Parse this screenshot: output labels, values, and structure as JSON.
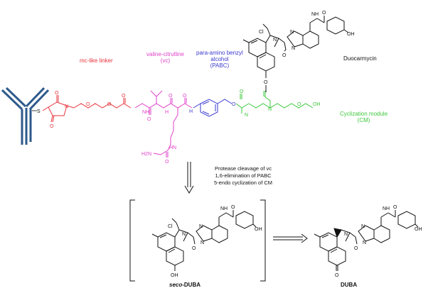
{
  "labels": {
    "mc_linker": "mc-like linker",
    "vc_line1": "valine-citrulline",
    "vc_line2": "(vc)",
    "pabc_line1": "para-amino benzyl",
    "pabc_line2": "alcohol",
    "pabc_line3": "(PABC)",
    "duocarmycin": "Duocarmycin",
    "cm_line1": "Cyclization module",
    "cm_line2": "(CM)",
    "seco_italic": "seco",
    "seco_rest": "-DUBA",
    "duba": "DUBA"
  },
  "steps": {
    "line1": "Protease cleavage of vc",
    "line2": "1,6-elimination of PABC",
    "line3": "5-endo cyclization of CM"
  },
  "atoms": {
    "S": "S",
    "N": "N",
    "O": "O",
    "H": "H",
    "NH": "NH",
    "HN": "HN",
    "OH": "OH",
    "Cl": "Cl",
    "H2N": "H2N"
  },
  "colors": {
    "antibody": "#2e5a8c",
    "linker": "#e8333b",
    "vc": "#e040c8",
    "pabc": "#3a3ad0",
    "cm": "#3cc83c",
    "bond": "#111111"
  }
}
